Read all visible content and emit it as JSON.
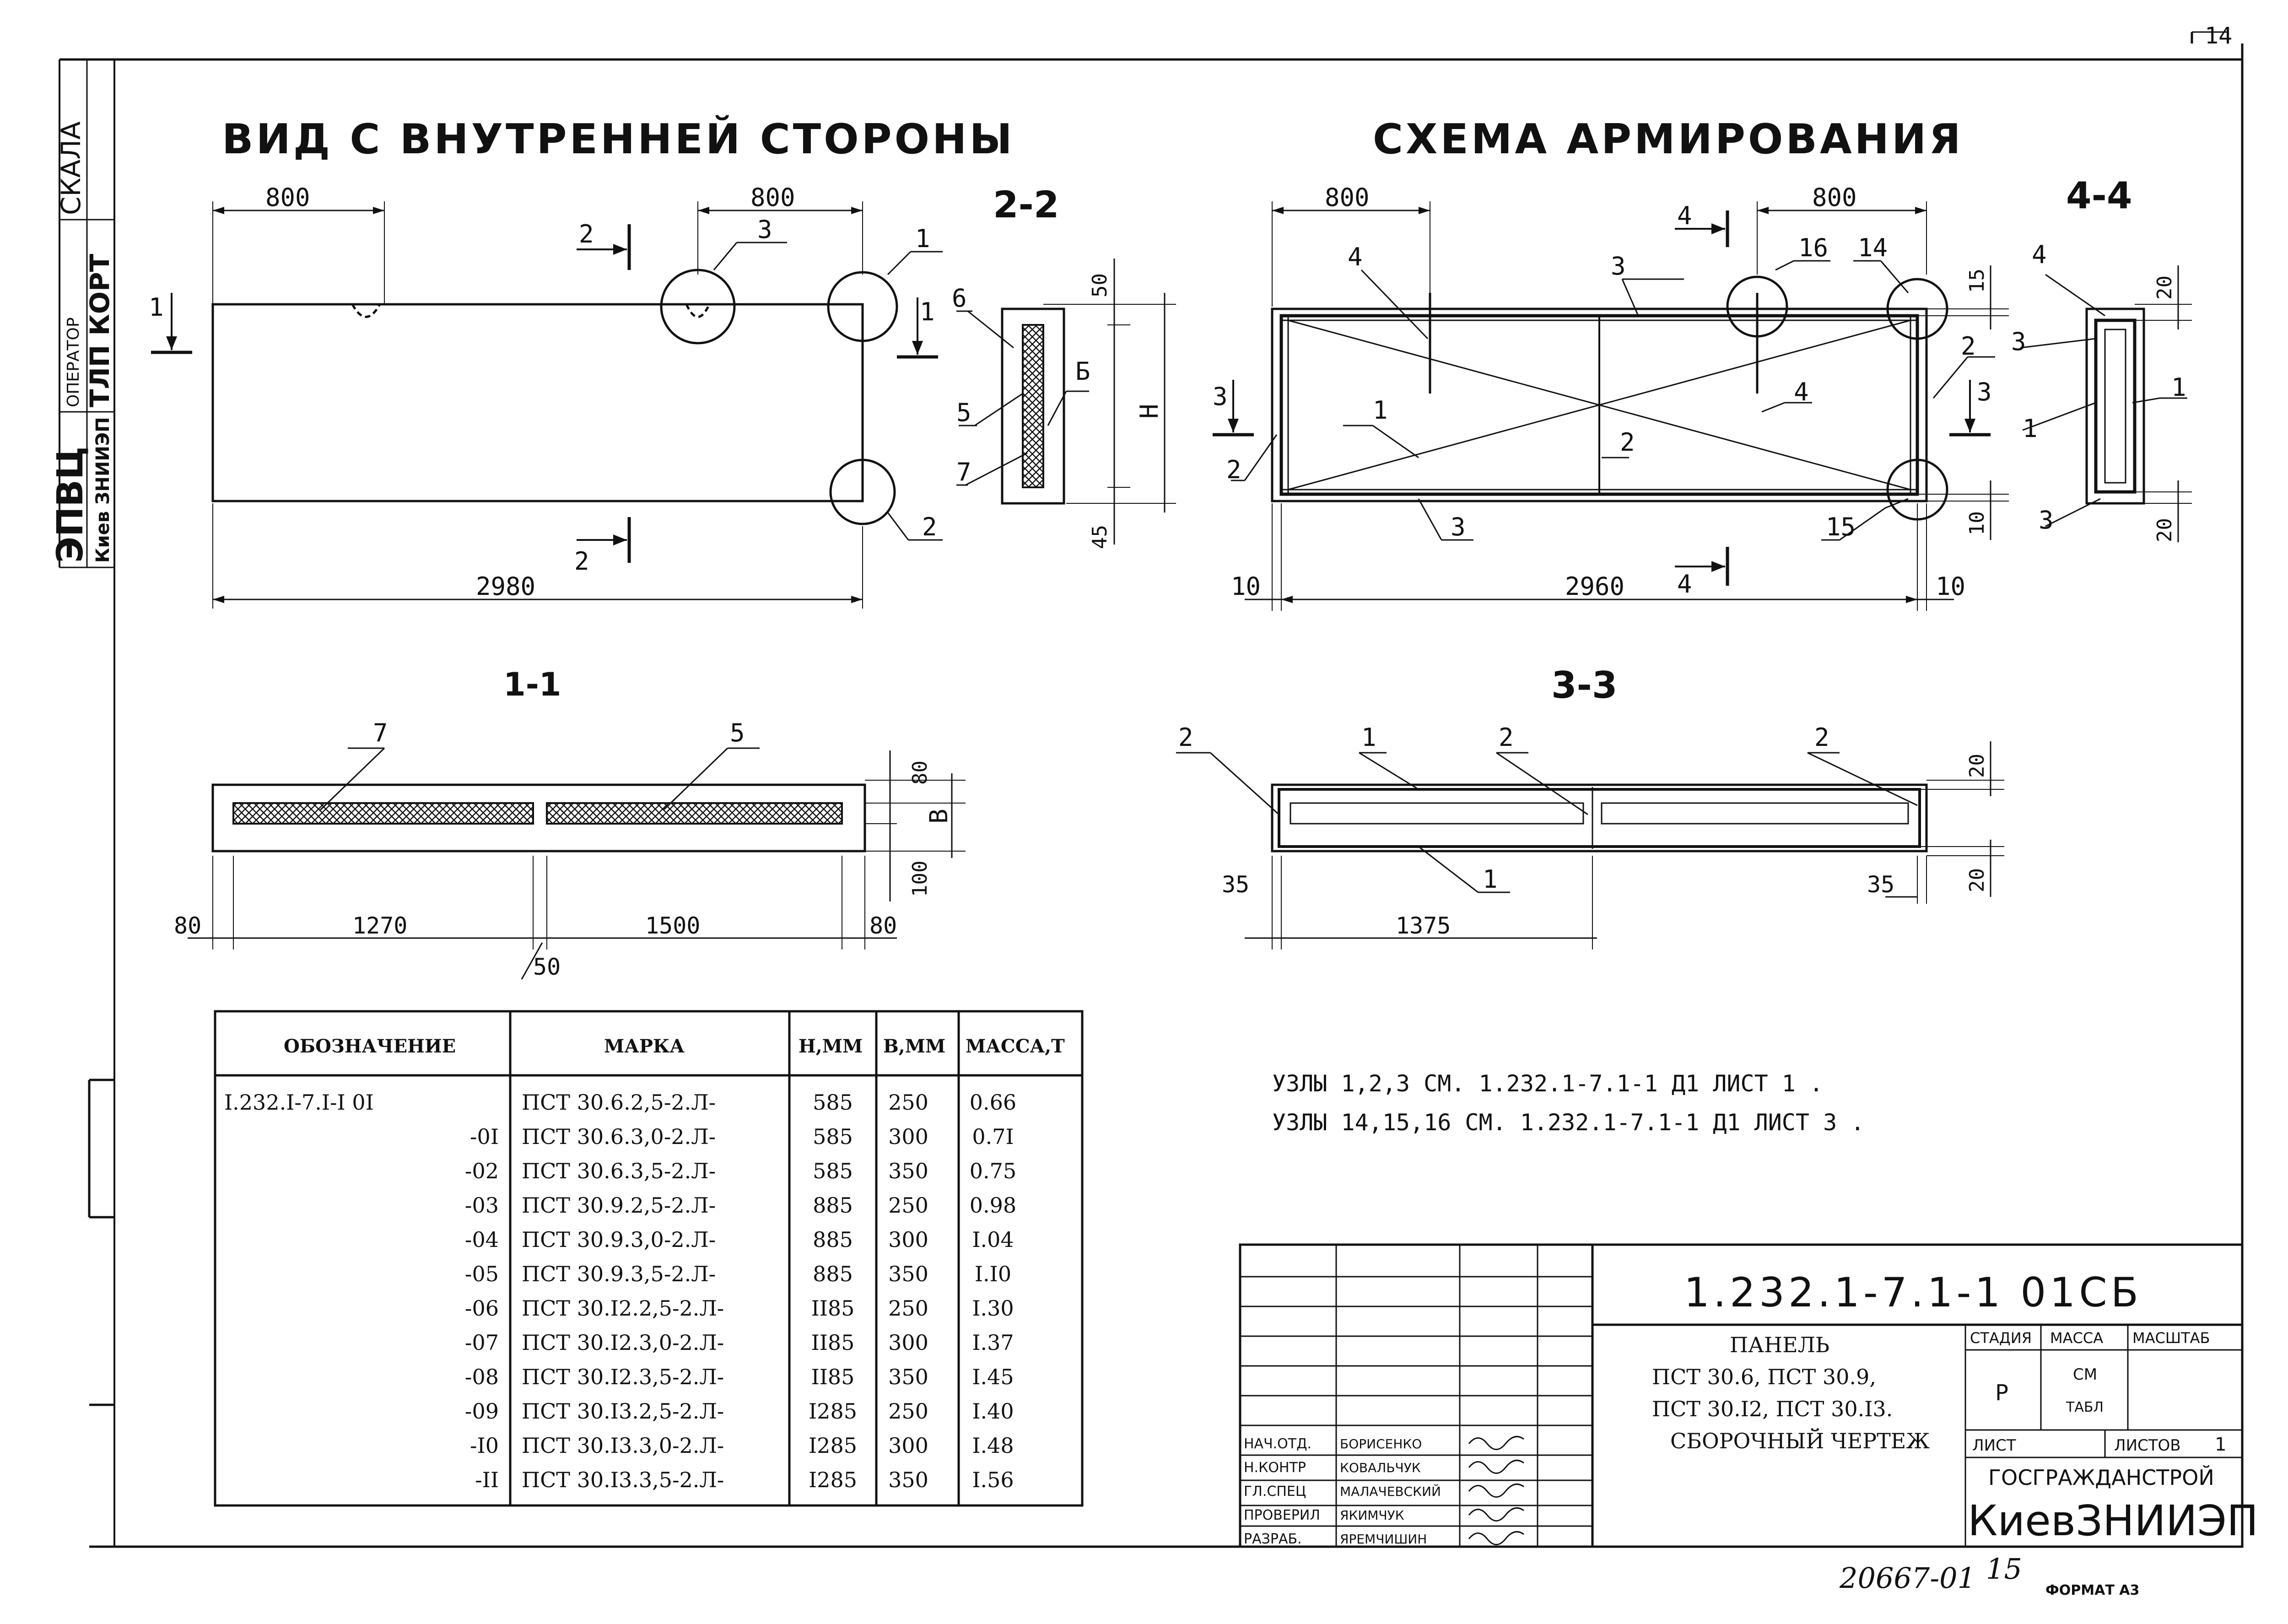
{
  "views": {
    "inner_view_title": "ВИД С ВНУТРЕННЕЙ СТОРОНЫ",
    "reinforcement_title": "СХЕМА АРМИРОВАНИЯ"
  },
  "sections": {
    "s22": "2-2",
    "s44": "4-4",
    "s11": "1-1",
    "s33": "3-3"
  },
  "dims": {
    "view_800_left": "800",
    "view_800_right": "800",
    "view_2980": "2980",
    "arm_800_left": "800",
    "arm_800_right": "800",
    "arm_2960": "2960",
    "arm_10_left": "10",
    "arm_10_right": "10",
    "arm_15": "15",
    "arm_10_side": "10",
    "s22_50": "50",
    "s22_45": "45",
    "s22_H": "Н",
    "s44_20_top": "20",
    "s44_20_bot": "20",
    "s11_80_top": "80",
    "s11_B": "В",
    "s11_100": "100",
    "s11_80_left": "80",
    "s11_1270": "1270",
    "s11_1500": "1500",
    "s11_80_right": "80",
    "s11_50": "50",
    "s33_20_top": "20",
    "s33_20_bot": "20",
    "s33_35_left": "35",
    "s33_35_right": "35",
    "s33_1375": "1375"
  },
  "callouts": {
    "v_1a": "1",
    "v_2a": "2",
    "v_3": "3",
    "v_1sec": "1",
    "v_2sec_top": "2",
    "v_2sec_bot": "2",
    "v_1sec_left": "1",
    "s22_6": "6",
    "s22_5": "5",
    "s22_7": "7",
    "s22_B": "Б",
    "a_4": "4",
    "a_3": "3",
    "a_16": "16",
    "a_14": "14",
    "a_2": "2",
    "a_1": "1",
    "a_2b": "2",
    "a_2c": "2",
    "a_3b": "3",
    "a_15": "15",
    "a_4b": "4",
    "a_3sec_l": "3",
    "a_3sec_r": "3",
    "a_4sec_t": "4",
    "a_4sec_b": "4",
    "s44_4": "4",
    "s44_3": "3",
    "s44_1l": "1",
    "s44_1r": "1",
    "s44_3b": "3",
    "s11_7": "7",
    "s11_5": "5",
    "s33_2a": "2",
    "s33_1": "1",
    "s33_2b": "2",
    "s33_2c": "2",
    "s33_1b": "1"
  },
  "notes": [
    "УЗЛЫ  1,2,3  СМ.  1.232.1-7.1-1  Д1   ЛИСТ 1 .",
    "УЗЛЫ  14,15,16  СМ.  1.232.1-7.1-1  Д1  ЛИСТ 3 ."
  ],
  "spec_table": {
    "headers": [
      "ОБОЗНАЧЕНИЕ",
      "МАРКА",
      "Н,ММ",
      "В,ММ",
      "МАССА,Т"
    ],
    "rows": [
      [
        "I.232.I-7.I-I 0I",
        "ПСТ 30.6.2,5-2.Л-",
        "585",
        "250",
        "0.66"
      ],
      [
        "-0I",
        "ПСТ 30.6.3,0-2.Л-",
        "585",
        "300",
        "0.7I"
      ],
      [
        "-02",
        "ПСТ 30.6.3,5-2.Л-",
        "585",
        "350",
        "0.75"
      ],
      [
        "-03",
        "ПСТ 30.9.2,5-2.Л-",
        "885",
        "250",
        "0.98"
      ],
      [
        "-04",
        "ПСТ 30.9.3,0-2.Л-",
        "885",
        "300",
        "I.04"
      ],
      [
        "-05",
        "ПСТ 30.9.3,5-2.Л-",
        "885",
        "350",
        "I.I0"
      ],
      [
        "-06",
        "ПСТ 30.I2.2,5-2.Л-",
        "II85",
        "250",
        "I.30"
      ],
      [
        "-07",
        "ПСТ 30.I2.3,0-2.Л-",
        "II85",
        "300",
        "I.37"
      ],
      [
        "-08",
        "ПСТ 30.I2.3,5-2.Л-",
        "II85",
        "350",
        "I.45"
      ],
      [
        "-09",
        "ПСТ 30.I3.2,5-2.Л-",
        "I285",
        "250",
        "I.40"
      ],
      [
        "-I0",
        "ПСТ 30.I3.3,0-2.Л-",
        "I285",
        "300",
        "I.48"
      ],
      [
        "-II",
        "ПСТ 30.I3.3,5-2.Л-",
        "I285",
        "350",
        "I.56"
      ]
    ]
  },
  "stamp": {
    "doc_code": "1.232.1-7.1-1  01СБ",
    "description_lines": [
      "ПАНЕЛЬ",
      "ПСТ 30.6, ПСТ 30.9,",
      "ПСТ 30.I2, ПСТ 30.I3.",
      "СБОРОЧНЫЙ   ЧЕРТЕЖ"
    ],
    "stage_label": "СТАДИЯ",
    "mass_label": "МАССА",
    "scale_label": "МАСШТАБ",
    "stage_value": "Р",
    "mass_value_1": "СМ",
    "mass_value_2": "ТАБЛ",
    "sheet_label": "ЛИСТ",
    "sheets_label": "ЛИСТОВ",
    "sheets_value": "1",
    "org_1": "ГОСГРАЖДАНСТРОЙ",
    "org_2": "КиевЗНИИЭП",
    "roles": [
      "НАЧ.ОТД.",
      "Н.КОНТР",
      "ГЛ.СПЕЦ",
      "ПРОВЕРИЛ",
      "РАЗРАБ."
    ],
    "names": [
      "БОРИСЕНКО",
      "КОВАЛЬЧУК",
      "МАЛАЧЕВСКИЙ",
      "ЯКИМЧУК",
      "ЯРЕМЧИШИН"
    ]
  },
  "side_margin": {
    "scale": "СКАЛА",
    "org_short": "ЭПВЦ",
    "org_full": "Киев ЗНИИЭП",
    "operator": "ОПЕРАТОР",
    "tlp": "ТЛП КОРТ"
  },
  "footer": {
    "archive_no": "20667-01",
    "sheet_no": "15",
    "format": "ФОРМАТ А3",
    "corner_no": "14"
  }
}
